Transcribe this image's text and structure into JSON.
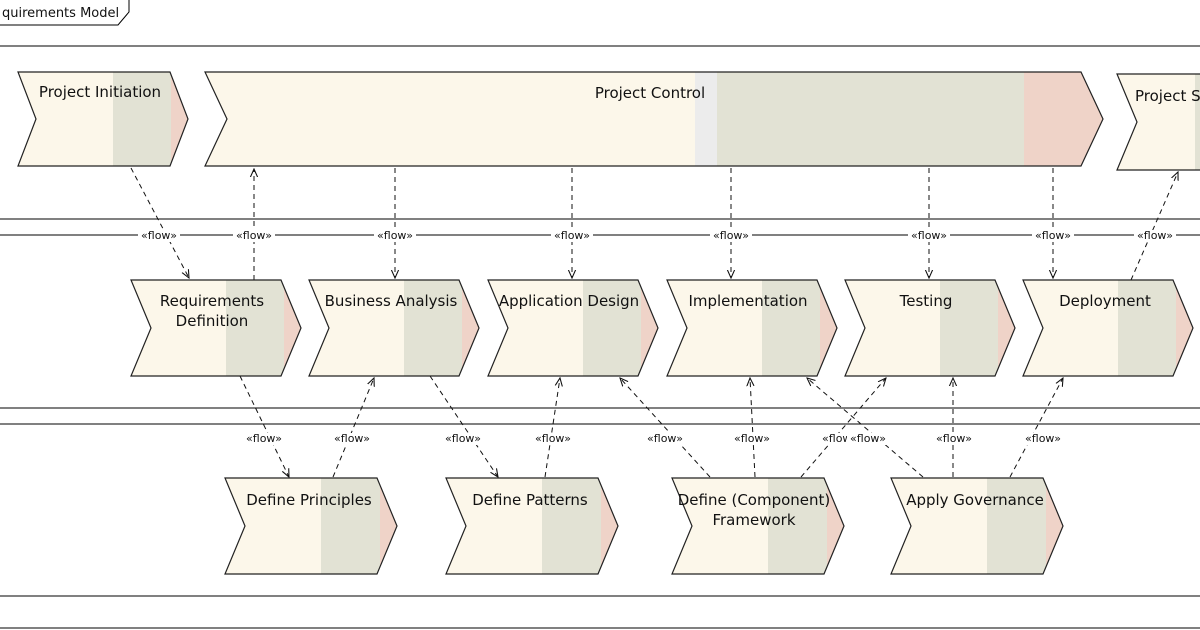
{
  "frame": {
    "title": "quirements Model"
  },
  "flow_label": "«flow»",
  "colors": {
    "cream": "#fcf7ea",
    "sage": "#e2e2d4",
    "pink": "#efd3c8",
    "grey_strip": "#ececec",
    "stroke": "#222222",
    "line": "#111111"
  },
  "top_row": [
    {
      "id": "project-initiation",
      "label": "Project Initiation"
    },
    {
      "id": "project-control",
      "label": "Project Control"
    },
    {
      "id": "project-s",
      "label": "Project S"
    }
  ],
  "middle_row": [
    {
      "id": "requirements-definition",
      "label_lines": [
        "Requirements",
        "Definition"
      ]
    },
    {
      "id": "business-analysis",
      "label_lines": [
        "Business Analysis"
      ]
    },
    {
      "id": "application-design",
      "label_lines": [
        "Application Design"
      ]
    },
    {
      "id": "implementation",
      "label_lines": [
        "Implementation"
      ]
    },
    {
      "id": "testing",
      "label_lines": [
        "Testing"
      ]
    },
    {
      "id": "deployment",
      "label_lines": [
        "Deployment"
      ]
    }
  ],
  "bottom_row": [
    {
      "id": "define-principles",
      "label_lines": [
        "Define Principles"
      ]
    },
    {
      "id": "define-patterns",
      "label_lines": [
        "Define Patterns"
      ]
    },
    {
      "id": "define-component-framework",
      "label_lines": [
        "Define (Component)",
        "Framework"
      ]
    },
    {
      "id": "apply-governance",
      "label_lines": [
        "Apply Governance"
      ]
    }
  ],
  "flows": [
    {
      "from": "project-initiation",
      "to": "requirements-definition"
    },
    {
      "from": "requirements-definition",
      "to": "project-control"
    },
    {
      "from": "project-control",
      "to": "business-analysis"
    },
    {
      "from": "project-control",
      "to": "application-design"
    },
    {
      "from": "project-control",
      "to": "implementation"
    },
    {
      "from": "project-control",
      "to": "testing"
    },
    {
      "from": "project-control",
      "to": "deployment"
    },
    {
      "from": "deployment",
      "to": "project-s"
    },
    {
      "from": "requirements-definition",
      "to": "define-principles"
    },
    {
      "from": "define-principles",
      "to": "business-analysis"
    },
    {
      "from": "business-analysis",
      "to": "define-patterns"
    },
    {
      "from": "define-patterns",
      "to": "application-design"
    },
    {
      "from": "define-component-framework",
      "to": "application-design"
    },
    {
      "from": "define-component-framework",
      "to": "implementation"
    },
    {
      "from": "define-component-framework",
      "to": "testing"
    },
    {
      "from": "apply-governance",
      "to": "implementation"
    },
    {
      "from": "apply-governance",
      "to": "testing"
    },
    {
      "from": "apply-governance",
      "to": "deployment"
    }
  ]
}
